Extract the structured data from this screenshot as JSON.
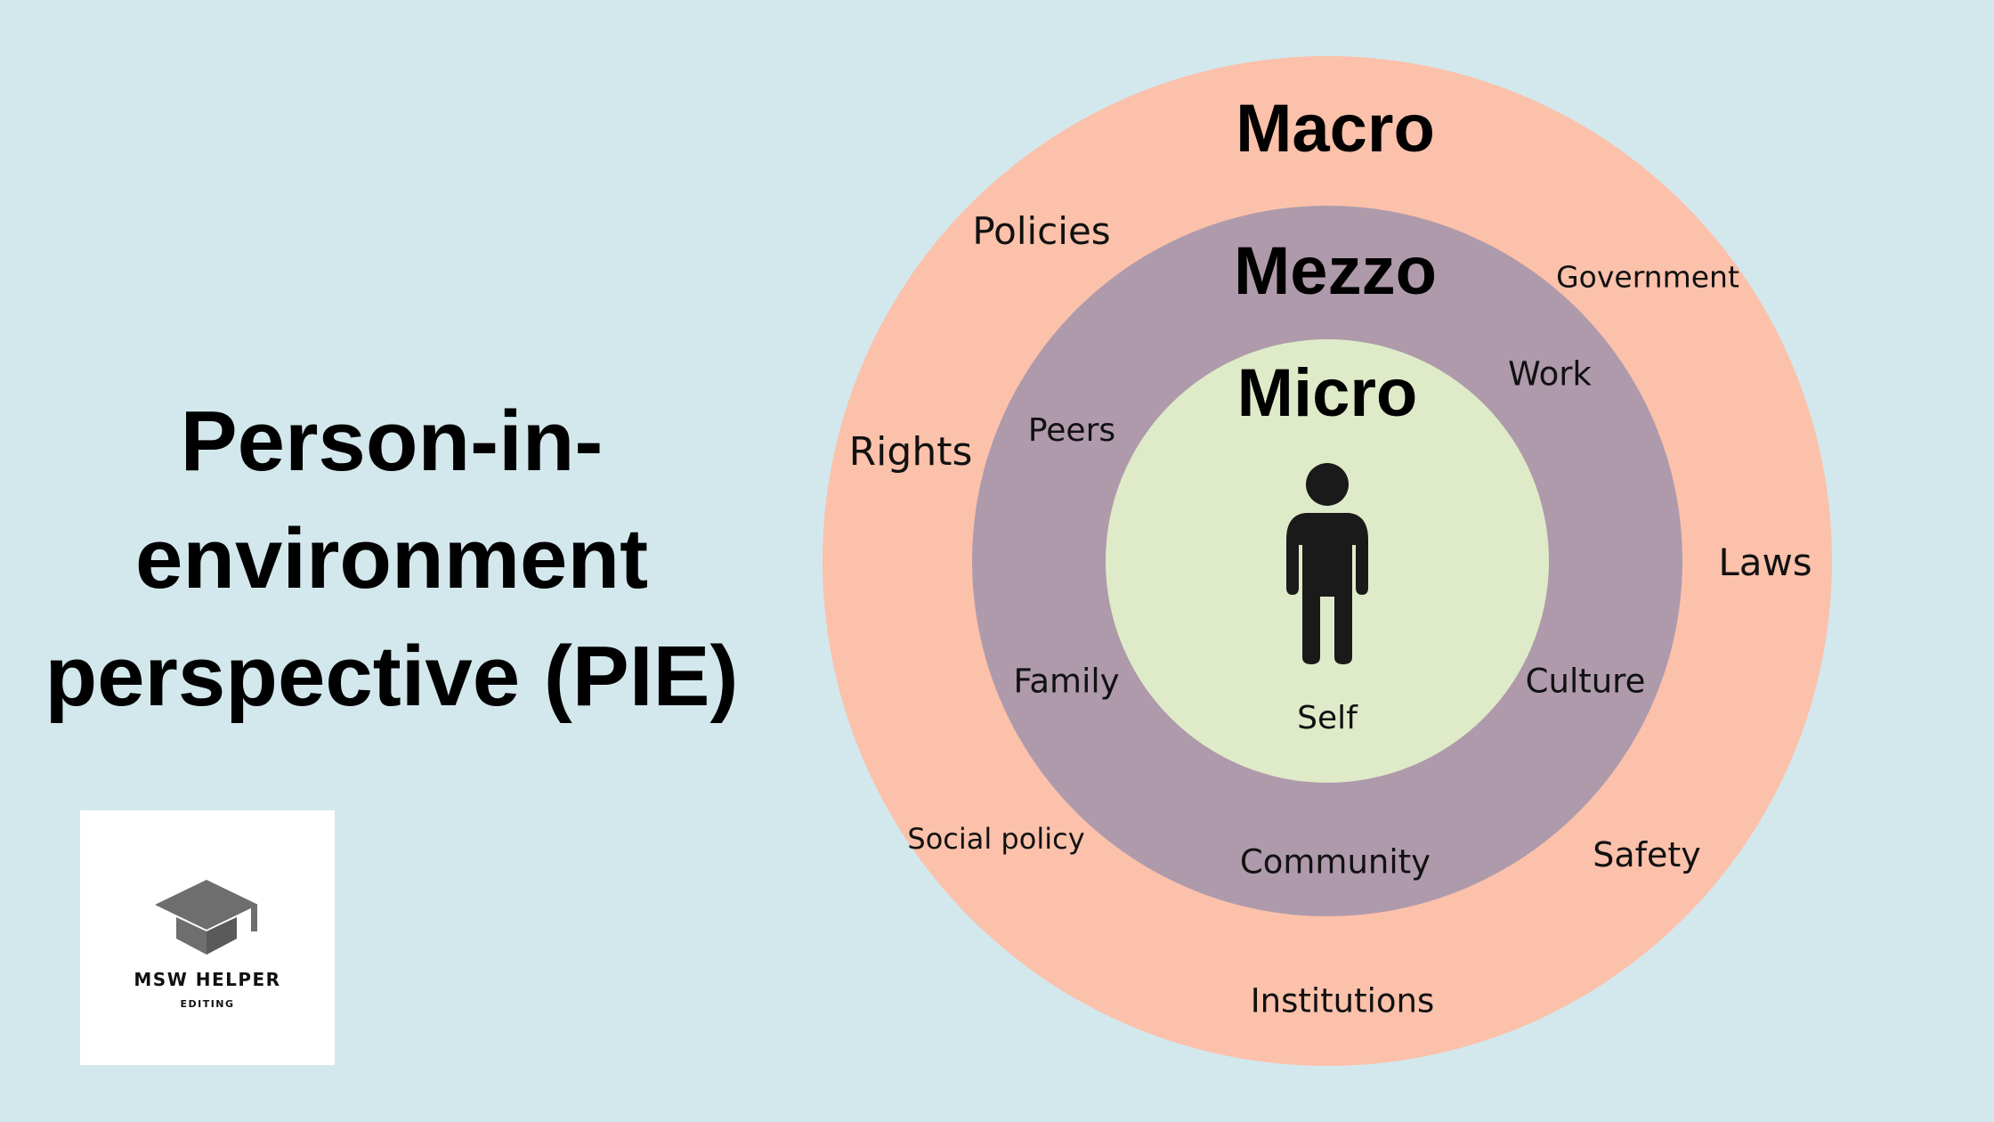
{
  "title": {
    "lines": [
      "Person-in-",
      "environment",
      "perspective (PIE)"
    ]
  },
  "logo": {
    "icon": "graduation-cap-icon",
    "name": "MSW HELPER",
    "subtitle": "EDITING"
  },
  "diagram": {
    "colors": {
      "background": "#d3e8ed",
      "macro": "#fbc1ab",
      "mezzo": "#ae9aab",
      "micro": "#dfebc8",
      "person": "#1a1a1a"
    },
    "macro": {
      "heading": "Macro",
      "items": [
        "Policies",
        "Government",
        "Rights",
        "Laws",
        "Social policy",
        "Safety",
        "Institutions"
      ]
    },
    "mezzo": {
      "heading": "Mezzo",
      "items": [
        "Work",
        "Peers",
        "Family",
        "Culture",
        "Community"
      ]
    },
    "micro": {
      "heading": "Micro",
      "icon": "person-icon",
      "items": [
        "Self"
      ]
    }
  }
}
